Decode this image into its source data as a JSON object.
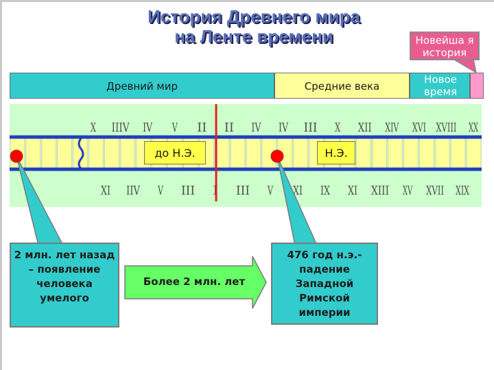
{
  "title": {
    "line1": "История Древнего мира",
    "line2": "на Ленте времени"
  },
  "eras": [
    {
      "label": "Древний мир",
      "color": "#33cccc"
    },
    {
      "label": "Средние века",
      "color": "#ffff99"
    },
    {
      "label": "Новое время",
      "color": "#33cccc"
    },
    {
      "label": "",
      "color": "#ff99cc"
    }
  ],
  "newest_callout": {
    "label": "Новейша я история",
    "color": "#e95c8f"
  },
  "tape": {
    "background": "#ccffcc",
    "cell_color": "#ffff99",
    "line_color": "#1f3fbf",
    "divider_color": "#e02020",
    "top_numerals": [
      "X",
      "IIIV",
      "IV",
      "V",
      "II",
      "II",
      "IV",
      "IV",
      "III",
      "X",
      "XII",
      "XIV",
      "XVI",
      "XVIII",
      "XX"
    ],
    "bottom_numerals": [
      "XI",
      "IIV",
      "V",
      "III",
      "I",
      "III",
      "V",
      "XI",
      "IX",
      "XI",
      "XIII",
      "XV",
      "XVII",
      "XIX"
    ]
  },
  "badges": {
    "bc": "до Н.Э.",
    "ad": "Н.Э."
  },
  "boxes": {
    "human": "2 млн. лет назад – появление человека умелого",
    "arrow": "Более 2 млн. лет",
    "rome": "476 год н.э.- падение Западной Римской империи"
  },
  "colors": {
    "box": "#33cccc",
    "arrow": "#66ff66",
    "dot": "#ff0000"
  }
}
